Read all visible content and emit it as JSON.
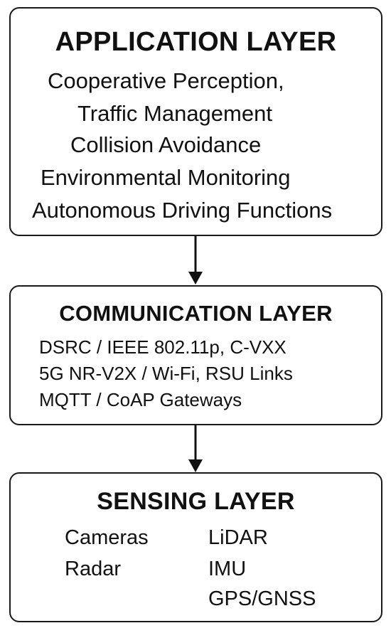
{
  "application_layer": {
    "title": "APPLICATION LAYER",
    "items": [
      "Cooperative Perception,",
      "Traffic Management",
      "Collision Avoidance",
      "Environmental Monitoring",
      "Autonomous Driving Functions"
    ]
  },
  "communication_layer": {
    "title": "COMMUNICATION LAYER",
    "items": [
      "DSRC / IEEE 802.11p, C-VXX",
      "5G NR-V2X / Wi-Fi, RSU Links",
      "MQTT / CoAP Gateways"
    ]
  },
  "sensing_layer": {
    "title": "SENSING LAYER",
    "left_items": [
      "Cameras",
      "Radar"
    ],
    "right_items": [
      "LiDAR",
      "IMU",
      "GPS/GNSS"
    ]
  }
}
